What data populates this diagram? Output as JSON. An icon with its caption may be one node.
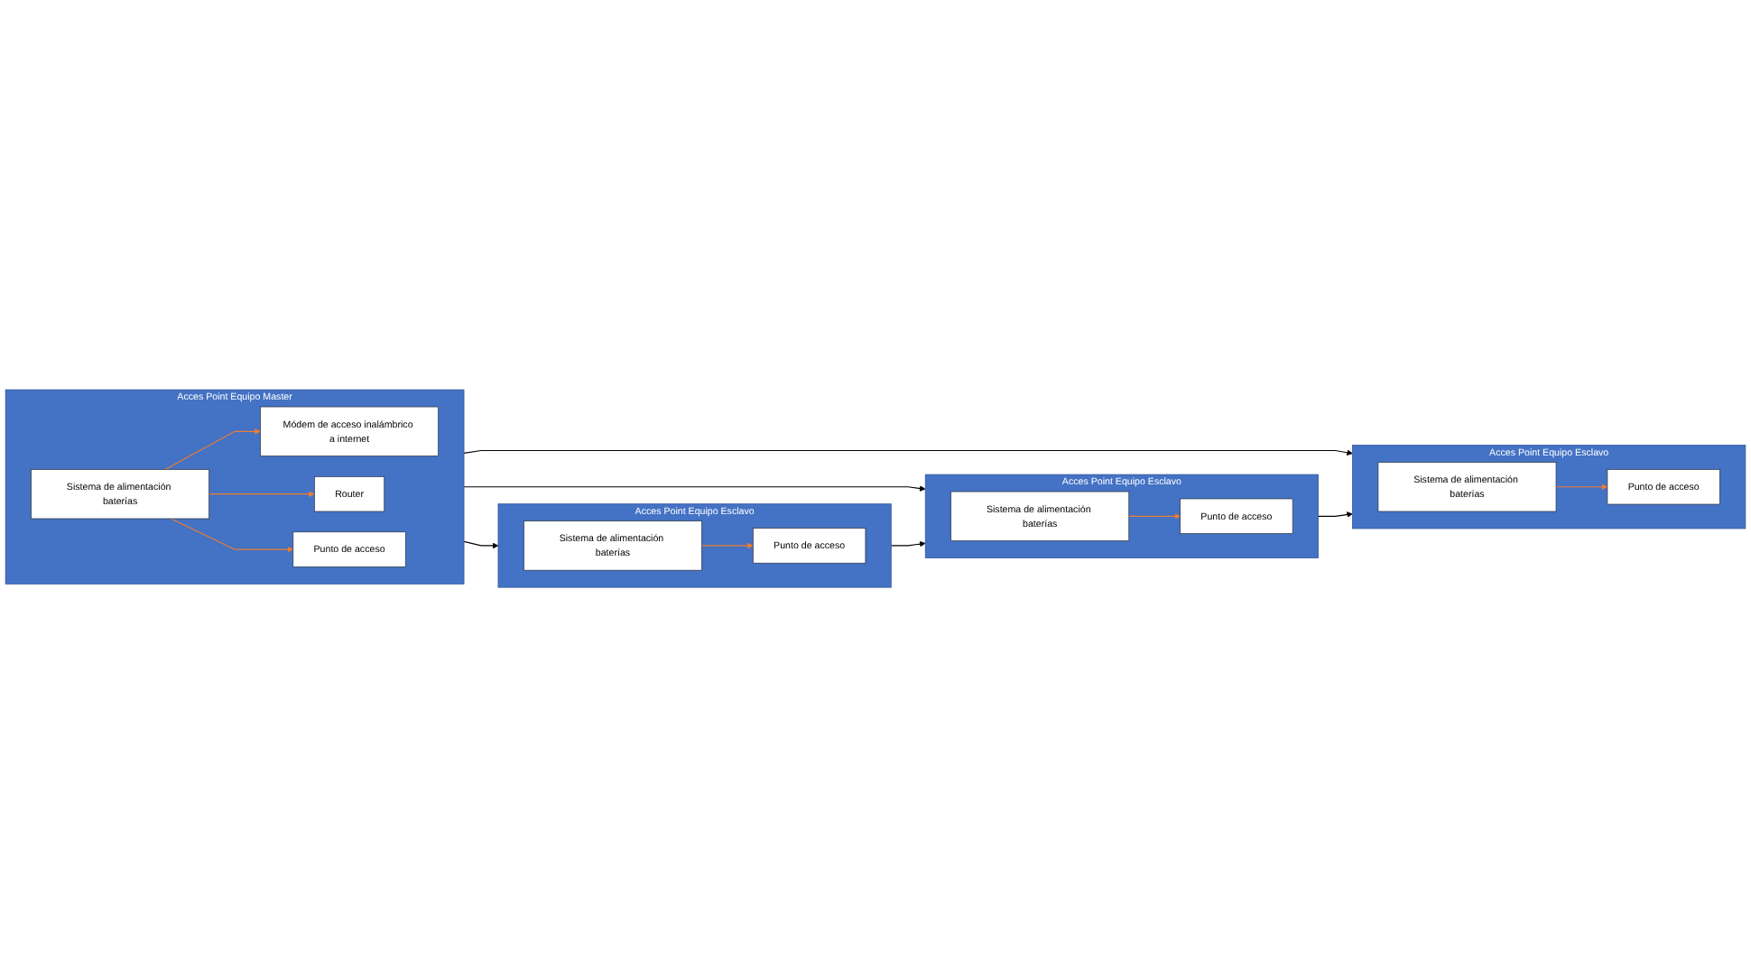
{
  "diagram": {
    "nodes": [
      {
        "text": [
          "Acces Point Equipo Master"
        ]
      },
      {
        "text": [
          "Sistema de alimentación baterías"
        ],
        "in": 0
      },
      {
        "text": [
          "Módem de acceso inalámbrico a internet"
        ],
        "in": 0
      },
      {
        "text": [
          "Router"
        ],
        "in": 0
      },
      {
        "text": [
          "Punto de acceso"
        ],
        "in": 0
      },
      {
        "text": [
          "Acces Point Equipo Esclavo"
        ]
      },
      {
        "text": [
          "Sistema de alimentación baterías"
        ],
        "in": 5
      },
      {
        "text": [
          "Punto de acceso"
        ],
        "in": 5
      },
      {
        "text": [
          "Acces Point Equipo Esclavo"
        ]
      },
      {
        "text": [
          "Sistema de alimentación baterías"
        ],
        "in": 8
      },
      {
        "text": [
          "Punto de acceso"
        ],
        "in": 8
      },
      {
        "text": [
          "Acces Point Equipo Esclavo"
        ]
      },
      {
        "text": [
          "Sistema de alimentación baterías"
        ],
        "in": 11
      },
      {
        "text": [
          "Punto de acceso"
        ],
        "in": 11
      }
    ],
    "edges": [
      {
        "from": 1,
        "to": 2,
        "arrow": "to"
      },
      {
        "from": 1,
        "to": 3,
        "arrow": "to"
      },
      {
        "from": 1,
        "to": 4,
        "arrow": "to"
      },
      {
        "from": 0,
        "to": 5,
        "arrow": "to",
        "color": "#000000"
      },
      {
        "from": 0,
        "to": 8,
        "arrow": "to",
        "color": "#000000"
      },
      {
        "from": 0,
        "to": 11,
        "arrow": "to",
        "color": "#000000"
      },
      {
        "from": 6,
        "to": 7,
        "arrow": "to"
      },
      {
        "from": 9,
        "to": 10,
        "arrow": "to"
      },
      {
        "from": 12,
        "to": 13,
        "arrow": "to"
      },
      {
        "from": 5,
        "to": 8,
        "arrow": "to",
        "color": "#000000"
      },
      {
        "from": 8,
        "to": 11,
        "arrow": "to",
        "color": "#000000"
      }
    ]
  }
}
